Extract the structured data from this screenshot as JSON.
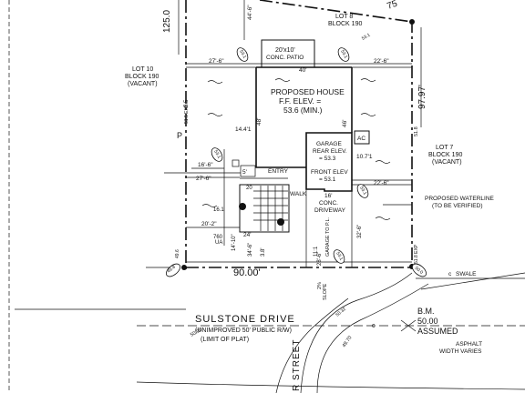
{
  "lots": {
    "lot8": {
      "line1": "LOT 8",
      "line2": "BLOCK 190"
    },
    "lot10": {
      "line1": "LOT 10",
      "line2": "BLOCK 190",
      "line3": "(VACANT)"
    },
    "lot7": {
      "line1": "LOT 7",
      "line2": "BLOCK 190",
      "line3": "(VACANT)"
    }
  },
  "house": {
    "line1": "PROPOSED HOUSE",
    "line2": "F.F. ELEV. =",
    "line3": "53.6 (MIN.)"
  },
  "patio": {
    "line1": "20'x10'",
    "line2": "CONC. PATIO"
  },
  "garage": {
    "line1": "GARAGE",
    "line2": "REAR ELEV.",
    "line3": "= 53.3",
    "line4": "FRONT ELEV",
    "line5": "= 53.1",
    "ac": "AC"
  },
  "driveway": {
    "line1": "16'",
    "line2": "CONC.",
    "line3": "DRIVEWAY"
  },
  "waterline": {
    "line1": "PROPOSED WATERLINE",
    "line2": "(TO BE VERIFIED)"
  },
  "street": {
    "name": "SULSTONE DRIVE",
    "desc": "(UNIMPROVED 50' PUBLIC R/W)",
    "limit": "(LIMIT OF PLAT)",
    "cross_street_fragment": "R STREET"
  },
  "benchmark": {
    "line1": "B.M.",
    "line2": "50.00",
    "line3": "ASSUMED"
  },
  "asphalt": {
    "line1": "ASPHALT",
    "line2": "WIDTH VARIES"
  },
  "labels": {
    "entry": "ENTRY",
    "walk": "WALK",
    "swale": "SWALE",
    "swale_mark": "c",
    "garage_to_pl": "GARAGE TO P.L.",
    "slope": "SLOPE",
    "slope_pct": "2%",
    "p_mark": "P",
    "ua": "UA",
    "c_mark": "c"
  },
  "dimensions": {
    "d_125": "125.0",
    "d_97": "97.97'",
    "d_90": "90.00'",
    "d_75": "75",
    "d_44": "44'-6\"",
    "d_40": "40'",
    "d_27a": "27'-6\"",
    "d_22a": "22'-6\"",
    "d_27b": "27'-6\"",
    "d_22b": "22'-6\"",
    "d_16": "16'-6\"",
    "d_20": "20'-2\"",
    "d_48": "48'",
    "d_46": "46'",
    "d_14": "14.4'1",
    "d_107": "10.7'1",
    "d_55": "5.5",
    "d_5": "5'",
    "d_24": "24'",
    "d_20b": "20",
    "d_16b": "16.1",
    "d_760": "760",
    "d_28": "28'-6\"",
    "d_32": "32'-6\"",
    "d_34": "34'-6\"",
    "d_38": "3.8'",
    "d_14b": "14'-10\"",
    "d_111": "11:1"
  },
  "elevations": {
    "e_531a": "53.1",
    "e_531b": "53.1",
    "e_531c": "53.1",
    "e_531d": "53.1",
    "e_531e": "53.1",
    "e_531f": "53.1",
    "e_498": "49.8",
    "e_500": "50.0",
    "e_5006": "50.06",
    "e_4970": "49.70",
    "e_518": "51.8",
    "e_518b": "51.8 EXP",
    "e_515": "51.5 EXP",
    "e_496": "49.6",
    "e_5032": "50.32"
  }
}
